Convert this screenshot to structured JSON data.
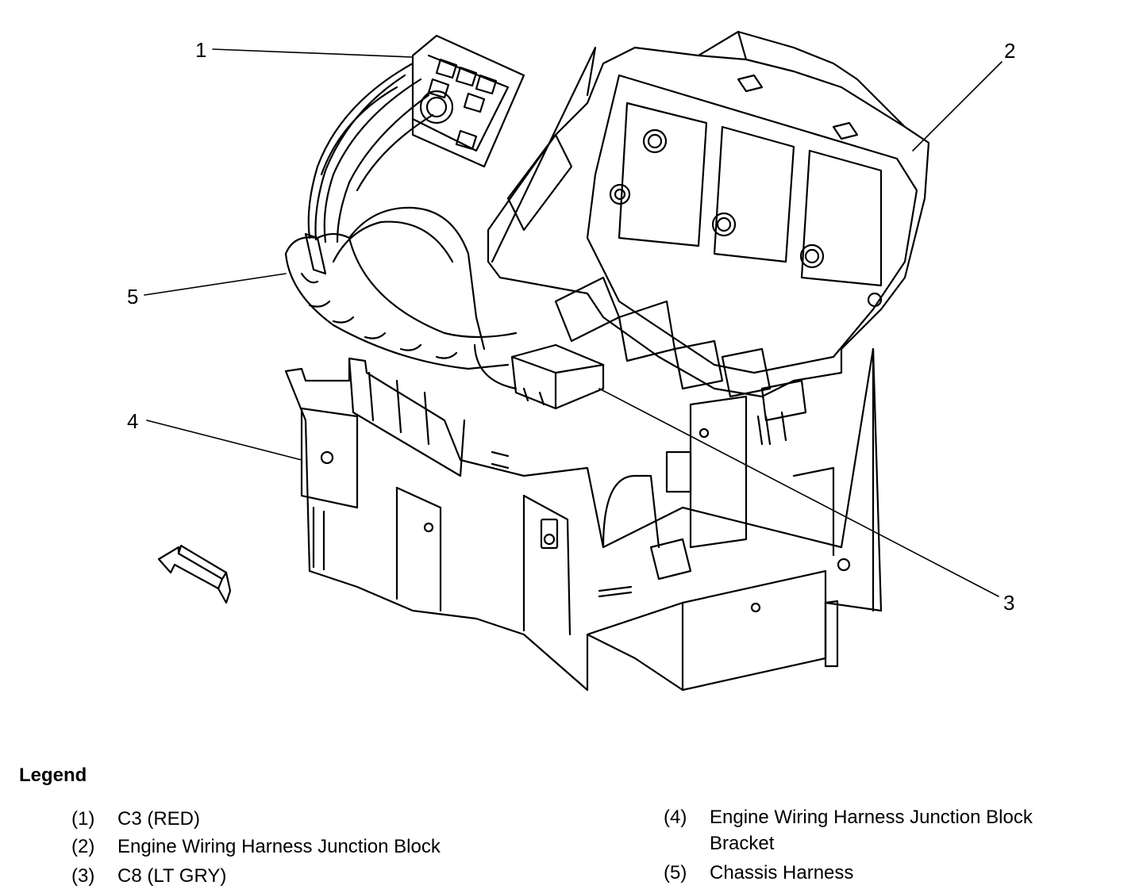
{
  "callouts": [
    "1",
    "2",
    "3",
    "4",
    "5"
  ],
  "legend": {
    "title": "Legend",
    "items": [
      {
        "num": "(1)",
        "text": "C3 (RED)"
      },
      {
        "num": "(2)",
        "text": "Engine Wiring Harness Junction Block"
      },
      {
        "num": "(3)",
        "text": "C8 (LT GRY)"
      },
      {
        "num": "(4)",
        "text": "Engine Wiring Harness Junction Block Bracket"
      },
      {
        "num": "(5)",
        "text": "Chassis Harness"
      }
    ]
  }
}
